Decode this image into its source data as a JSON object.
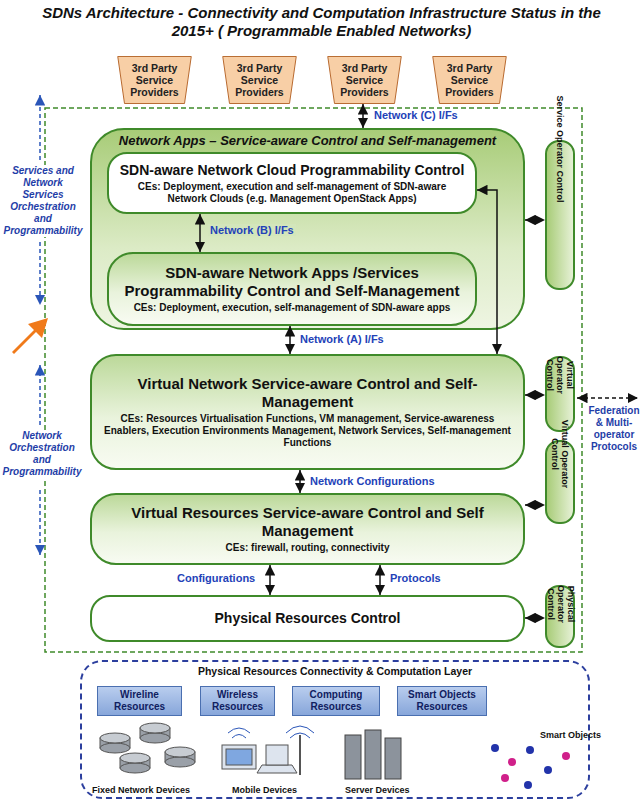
{
  "diagram": {
    "title": "SDNs Architecture - Connectivity and Computation Infrastructure Status in the 2015+ ( Programmable Enabled Networks)",
    "nodes": [
      {
        "text": [
          "3rd Party Service Providers"
        ]
      },
      {
        "text": [
          "3rd Party Service Providers"
        ]
      },
      {
        "text": [
          "3rd Party Service Providers"
        ]
      },
      {
        "text": [
          "3rd Party Service Providers"
        ]
      },
      {
        "text": [
          "Network Apps – Service-aware Control and Self-management"
        ]
      },
      {
        "text": [
          "SDN-aware Network Cloud Programmability Control",
          "CEs: Deployment, execution and self-management of SDN-aware Network Clouds (e.g. Management OpenStack Apps)"
        ],
        "in": 4
      },
      {
        "text": [
          "SDN-aware Network Apps /Services Programmability Control and Self-Management",
          "CEs: Deployment, execution, self-management of SDN-aware apps"
        ],
        "in": 4
      },
      {
        "text": [
          "Virtual Network Service-aware Control and Self-Management",
          "CEs: Resources Virtualisation Functions, VM management, Service-awareness Enablers, Execution Environments Management, Network Services, Self-management Functions"
        ]
      },
      {
        "text": [
          "Virtual Resources Service-aware Control and Self Management",
          "CEs: firewall, routing, connectivity"
        ]
      },
      {
        "text": [
          "Physical Resources Control"
        ]
      },
      {
        "text": [
          "Service Operator Control"
        ]
      },
      {
        "text": [
          "Virtual Operator Control"
        ]
      },
      {
        "text": [
          "Virtual Operator Control"
        ]
      },
      {
        "text": [
          "Physical Operator Control"
        ]
      },
      {
        "text": [
          "Physical Resources Connectivity & Computation Layer"
        ]
      },
      {
        "text": [
          "Wireline Resources"
        ],
        "in": 14
      },
      {
        "text": [
          "Wireless Resources"
        ],
        "in": 14
      },
      {
        "text": [
          "Computing Resources"
        ],
        "in": 14
      },
      {
        "text": [
          "Smart Objects Resources"
        ],
        "in": 14
      }
    ],
    "edges": [
      {
        "from": 2,
        "to": 4,
        "arrow": "both",
        "label": "Network (C) I/Fs"
      },
      {
        "from": 5,
        "to": 6,
        "arrow": "both",
        "label": "Network (B) I/Fs"
      },
      {
        "from": 6,
        "to": 7,
        "arrow": "both",
        "label": "Network (A) I/Fs"
      },
      {
        "from": 5,
        "to": 7,
        "arrow": "both"
      },
      {
        "from": 7,
        "to": 8,
        "arrow": "both",
        "label": "Network Configurations"
      },
      {
        "from": 8,
        "to": 9,
        "arrow": "both",
        "label": "Configurations"
      },
      {
        "from": 8,
        "to": 9,
        "arrow": "both",
        "label": "Protocols"
      },
      {
        "from": 4,
        "to": 10,
        "arrow": "both"
      },
      {
        "from": 7,
        "to": 11,
        "arrow": "both"
      },
      {
        "from": 8,
        "to": 12,
        "arrow": "both"
      },
      {
        "from": 9,
        "to": 13,
        "arrow": "both"
      }
    ],
    "labels": [
      "Services and Network Services Orchestration and Programmability",
      "Network Orchestration and Programmability",
      "Federation & Multi-operator Protocols",
      "Fixed Network Devices",
      "Mobile Devices",
      "Server Devices",
      "Smart Objects"
    ]
  }
}
